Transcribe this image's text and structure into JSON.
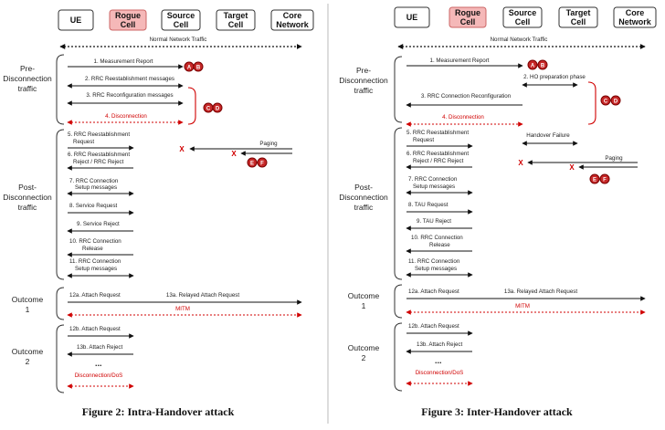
{
  "badges": {
    "a": "A",
    "b": "B",
    "c": "C",
    "d": "D",
    "e": "E",
    "f": "F"
  },
  "colors": {
    "rogue_cell_fill": "#f5b8b8",
    "attack_red": "#d00000",
    "badge_red": "#c62828"
  },
  "fig2": {
    "caption": "Figure 2: Intra-Handover attack",
    "entities": [
      "UE",
      [
        "Rogue",
        "Cell"
      ],
      [
        "Source",
        "Cell"
      ],
      [
        "Target",
        "Cell"
      ],
      [
        "Core",
        "Network"
      ]
    ],
    "normal_traffic": "Normal Network Traffic",
    "phases": {
      "pre": [
        "Pre-",
        "Disconnection",
        "traffic"
      ],
      "post": [
        "Post-",
        "Disconnection",
        "traffic"
      ],
      "outcome1": [
        "Outcome",
        "1"
      ],
      "outcome2": [
        "Outcome",
        "2"
      ]
    },
    "messages": [
      "1. Measurement Report",
      "2. RRC Reestablishment messages",
      "3. RRC Reconfiguration messages",
      "4. Disconnection",
      [
        "5. RRC Reestablishment",
        "Request"
      ],
      [
        "6. RRC Reestablishment",
        "Reject / RRC Reject"
      ],
      [
        "7. RRC Connection",
        "Setup messages"
      ],
      "8. Service Request",
      "9. Service Reject",
      [
        "10. RRC Connection",
        "Release"
      ],
      [
        "11. RRC Connection",
        "Setup messages"
      ],
      "12a. Attach Request",
      "13a. Relayed Attach Request",
      "MITM",
      "12b. Attach Request",
      "13b. Attach Reject",
      "Disconnection/DoS"
    ],
    "paging": "Paging",
    "x_mark": "X",
    "ellipsis": "..."
  },
  "fig3": {
    "caption": "Figure 3: Inter-Handover attack",
    "entities": [
      "UE",
      [
        "Rogue",
        "Cell"
      ],
      [
        "Source",
        "Cell"
      ],
      [
        "Target",
        "Cell"
      ],
      [
        "Core",
        "Network"
      ]
    ],
    "normal_traffic": "Normal Network Traffic",
    "phases": {
      "pre": [
        "Pre-",
        "Disconnection",
        "traffic"
      ],
      "post": [
        "Post-",
        "Disconnection",
        "traffic"
      ],
      "outcome1": [
        "Outcome",
        "1"
      ],
      "outcome2": [
        "Outcome",
        "2"
      ]
    },
    "messages": [
      "1. Measurement Report",
      "2. HO preparation phase",
      "3. RRC Connection Reconfiguration",
      "4. Disconnection",
      [
        "5. RRC Reestablishment",
        "Request"
      ],
      [
        "6. RRC Reestablishment",
        "Reject / RRC Reject"
      ],
      [
        "7. RRC Connection",
        "Setup messages"
      ],
      "8. TAU Request",
      "9. TAU Reject",
      [
        "10. RRC Connection",
        "Release"
      ],
      [
        "11. RRC Connection",
        "Setup messages"
      ],
      "12a. Attach Request",
      "13a. Relayed Attach Request",
      "MITM",
      "12b. Attach Request",
      "13b. Attach Reject",
      "Disconnection/DoS"
    ],
    "handover_failure": "Handover Failure",
    "paging": "Paging",
    "x_mark": "X",
    "ellipsis": "..."
  }
}
